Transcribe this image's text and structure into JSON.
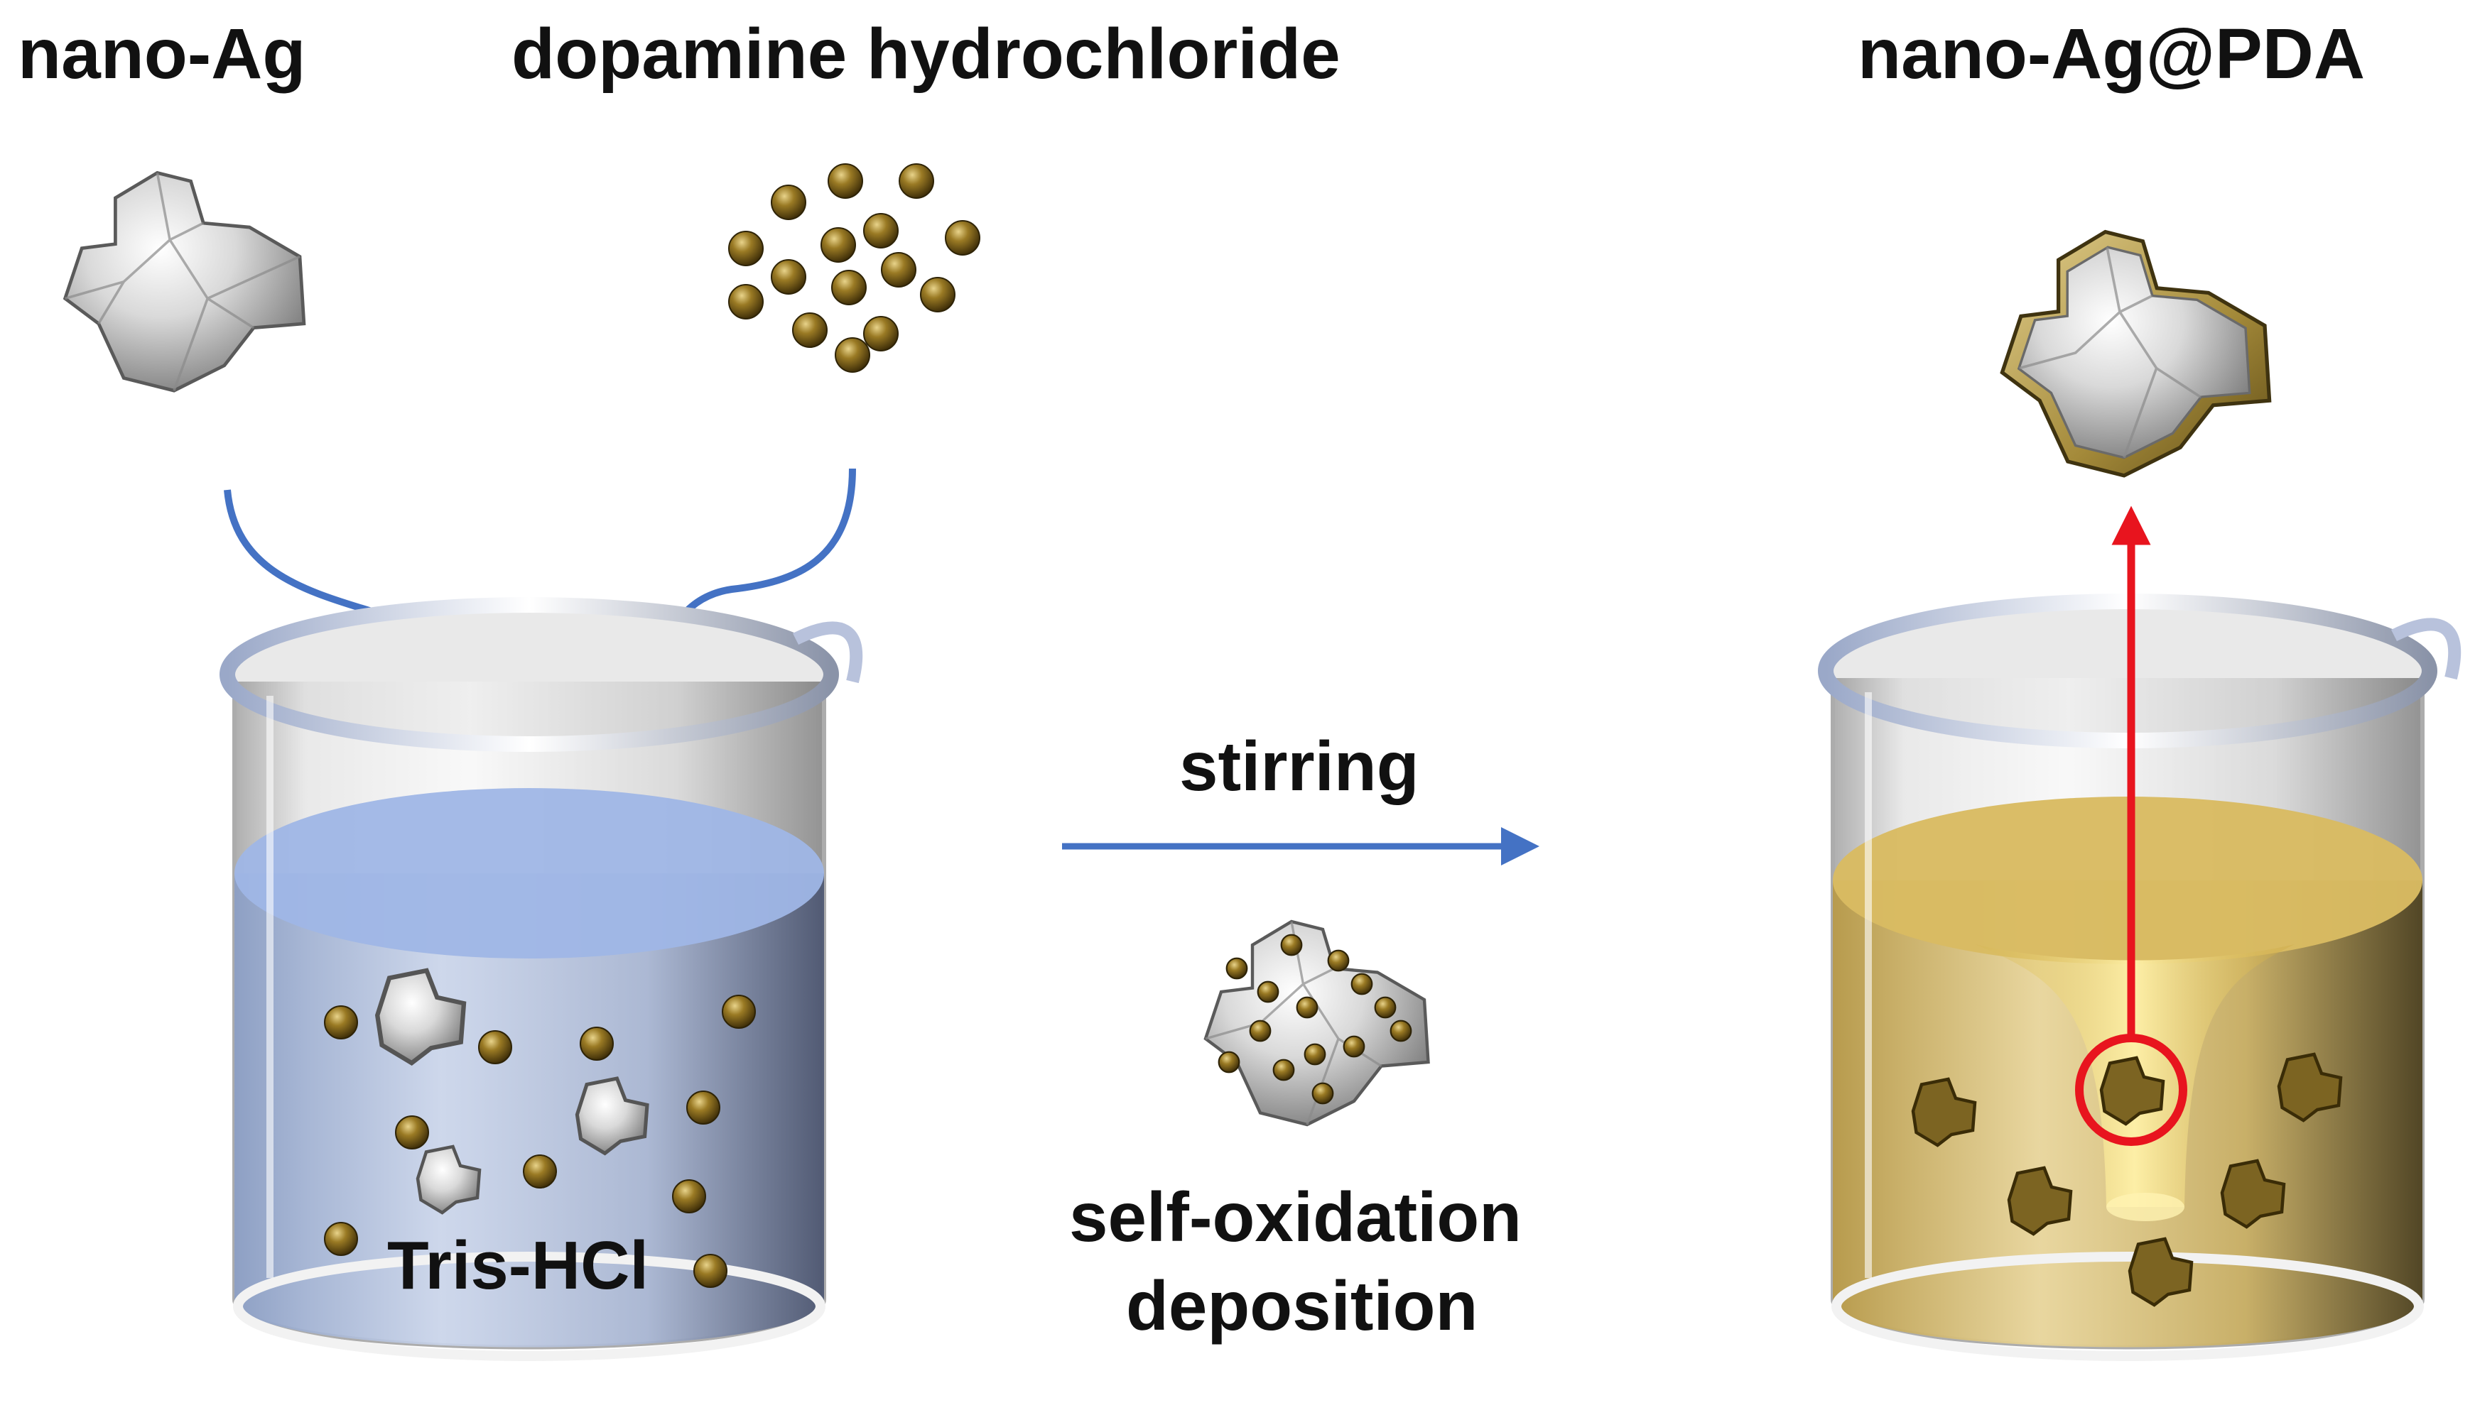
{
  "labels": {
    "nano_ag": "nano-Ag",
    "dopamine": "dopamine hydrochloride",
    "product": "nano-Ag@PDA",
    "stirring": "stirring",
    "process_line1": "self-oxidation",
    "process_line2": "deposition",
    "solution": "Tris-HCl"
  },
  "colors": {
    "process_arrow": "#4472c4",
    "highlight": "#e8141e",
    "tris_solution": "#9fb6e6",
    "pda_solution": "#d9bb62",
    "dopamine_particle": "#8a6d1e",
    "silver": "#c9c9c9"
  },
  "icons": {
    "silver_particle": "nano-ag-particle-icon",
    "dopamine_molecules": "dopamine-molecule-icon",
    "coated_particle": "nano-ag-pda-particle-icon",
    "beaker": "beaker-icon"
  }
}
